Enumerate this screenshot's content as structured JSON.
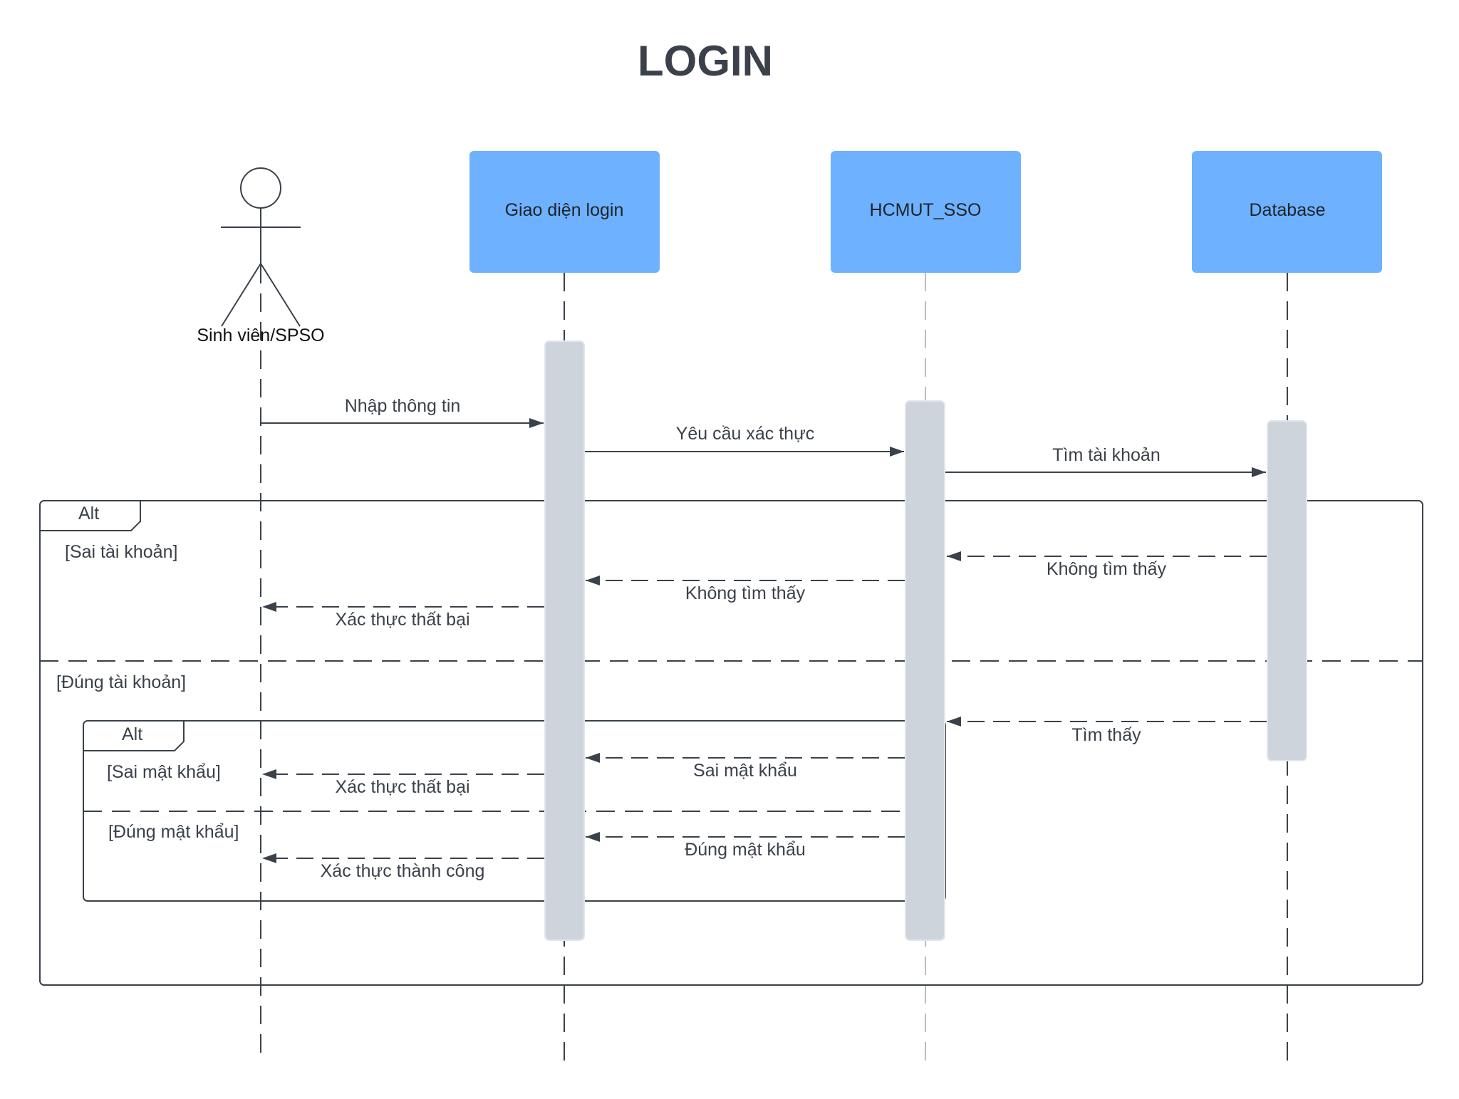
{
  "title": "LOGIN",
  "actor": {
    "label": "Sinh viên/SPSO"
  },
  "participants": [
    {
      "label": "Giao diện login"
    },
    {
      "label": "HCMUT_SSO"
    },
    {
      "label": "Database"
    }
  ],
  "messages": [
    {
      "label": "Nhập thông tin"
    },
    {
      "label": "Yêu cầu xác thực"
    },
    {
      "label": "Tìm tài khoản"
    },
    {
      "label": "Không tìm thấy"
    },
    {
      "label": "Không tìm thấy"
    },
    {
      "label": "Xác thực thất bại"
    },
    {
      "label": "Tìm thấy"
    },
    {
      "label": "Sai mật khẩu"
    },
    {
      "label": "Xác thực thất bại"
    },
    {
      "label": "Đúng mật khẩu"
    },
    {
      "label": "Xác thực thành công"
    }
  ],
  "fragments": {
    "outer": {
      "operator": "Alt",
      "guard1": "[Sai tài khoản]",
      "guard2": "[Đúng tài khoản]"
    },
    "inner": {
      "operator": "Alt",
      "guard1": "[Sai mật khẩu]",
      "guard2": "[Đúng mật khẩu]"
    }
  },
  "colors": {
    "participant_fill": "#6eb1fe",
    "activation_fill": "#ced4db",
    "line": "#3a414a"
  }
}
